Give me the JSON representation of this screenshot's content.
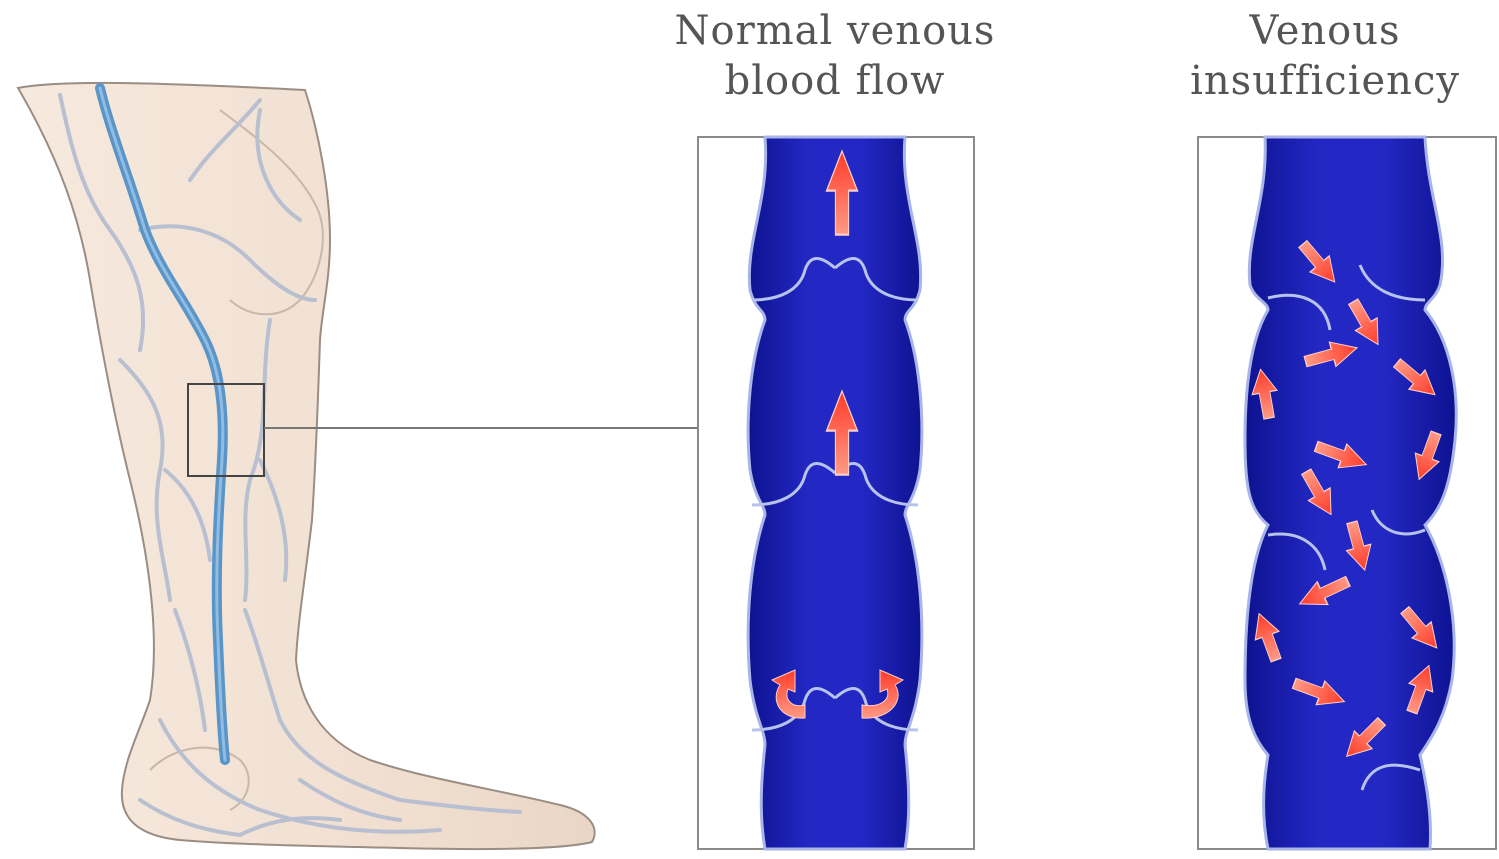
{
  "titles": {
    "normal": {
      "line1": "Normal venous",
      "line2": "blood flow"
    },
    "insufficiency": {
      "line1": "Venous",
      "line2": "insufficiency"
    }
  },
  "colors": {
    "vein_fill": "#1b1fb4",
    "vein_dark": "#10138a",
    "vein_light": "#3a45d8",
    "valve": "#b7c3ea",
    "arrow": "#ff6a55",
    "skin": "#f3e4d7",
    "skin_outline": "#9a8d84",
    "great_vein": "#5b95c8",
    "small_vein": "#b8bfd0",
    "frame": "#8a8a8a"
  },
  "icons": {
    "flow_arrow": "curved-arrow",
    "valve": "valve-cusp"
  }
}
